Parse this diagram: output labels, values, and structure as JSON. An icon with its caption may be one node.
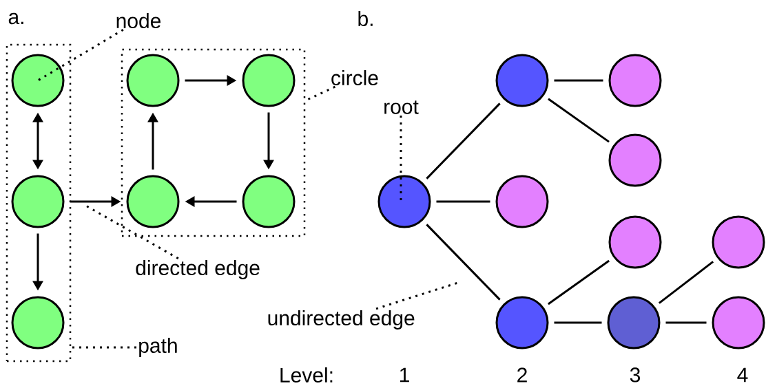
{
  "diagram": {
    "nodes": [
      {
        "text": [],
        "shape": "box"
      },
      {
        "text": [],
        "shape": "circle",
        "in": 0
      },
      {
        "text": [],
        "shape": "circle",
        "in": 0
      },
      {
        "text": [],
        "shape": "circle",
        "in": 0
      },
      {
        "text": [],
        "shape": "box"
      },
      {
        "text": [],
        "shape": "circle",
        "in": 4
      },
      {
        "text": [],
        "shape": "circle",
        "in": 4
      },
      {
        "text": [],
        "shape": "circle",
        "in": 4
      },
      {
        "text": [],
        "shape": "circle",
        "in": 4
      },
      {
        "text": [
          "node"
        ]
      },
      {
        "text": [
          "circle"
        ]
      },
      {
        "text": [
          "directed edge"
        ]
      },
      {
        "text": [
          "path"
        ]
      },
      {
        "text": [
          "root"
        ]
      },
      {
        "text": [
          "undirected edge"
        ]
      },
      {
        "text": [],
        "shape": "circle"
      },
      {
        "text": [],
        "shape": "circle"
      },
      {
        "text": [],
        "shape": "circle"
      },
      {
        "text": [],
        "shape": "circle"
      },
      {
        "text": [],
        "shape": "circle"
      },
      {
        "text": [],
        "shape": "circle"
      },
      {
        "text": [],
        "shape": "circle"
      },
      {
        "text": [],
        "shape": "circle"
      },
      {
        "text": [],
        "shape": "circle"
      },
      {
        "text": [],
        "shape": "circle"
      }
    ],
    "edges": [
      {
        "from": 1,
        "to": 2,
        "arrow": "both"
      },
      {
        "from": 2,
        "to": 3,
        "arrow": "to"
      },
      {
        "from": 2,
        "to": 7,
        "arrow": "to"
      },
      {
        "from": 5,
        "to": 6,
        "arrow": "to"
      },
      {
        "from": 6,
        "to": 8,
        "arrow": "to"
      },
      {
        "from": 8,
        "to": 7,
        "arrow": "to"
      },
      {
        "from": 7,
        "to": 5,
        "arrow": "to"
      },
      {
        "from": 15,
        "to": 16,
        "arrow": "none"
      },
      {
        "from": 15,
        "to": 17,
        "arrow": "none"
      },
      {
        "from": 15,
        "to": 18,
        "arrow": "none"
      },
      {
        "from": 16,
        "to": 19,
        "arrow": "none"
      },
      {
        "from": 16,
        "to": 20,
        "arrow": "none"
      },
      {
        "from": 18,
        "to": 21,
        "arrow": "none"
      },
      {
        "from": 18,
        "to": 22,
        "arrow": "none"
      },
      {
        "from": 22,
        "to": 23,
        "arrow": "none"
      },
      {
        "from": 22,
        "to": 24,
        "arrow": "none"
      },
      {
        "from": 9,
        "to": 1,
        "arrow": "none",
        "style": "dashed"
      },
      {
        "from": 10,
        "to": 4,
        "arrow": "none",
        "style": "dashed"
      },
      {
        "from": 11,
        "to": null,
        "arrow": "none",
        "style": "dashed"
      },
      {
        "from": 12,
        "to": 0,
        "arrow": "none",
        "style": "dashed"
      },
      {
        "from": 13,
        "to": 15,
        "arrow": "none",
        "style": "dashed"
      },
      {
        "from": 14,
        "to": null,
        "arrow": "none",
        "style": "dashed"
      }
    ],
    "labels": [
      "a.",
      "b.",
      "Level:",
      "1",
      "2",
      "3",
      "4"
    ]
  }
}
